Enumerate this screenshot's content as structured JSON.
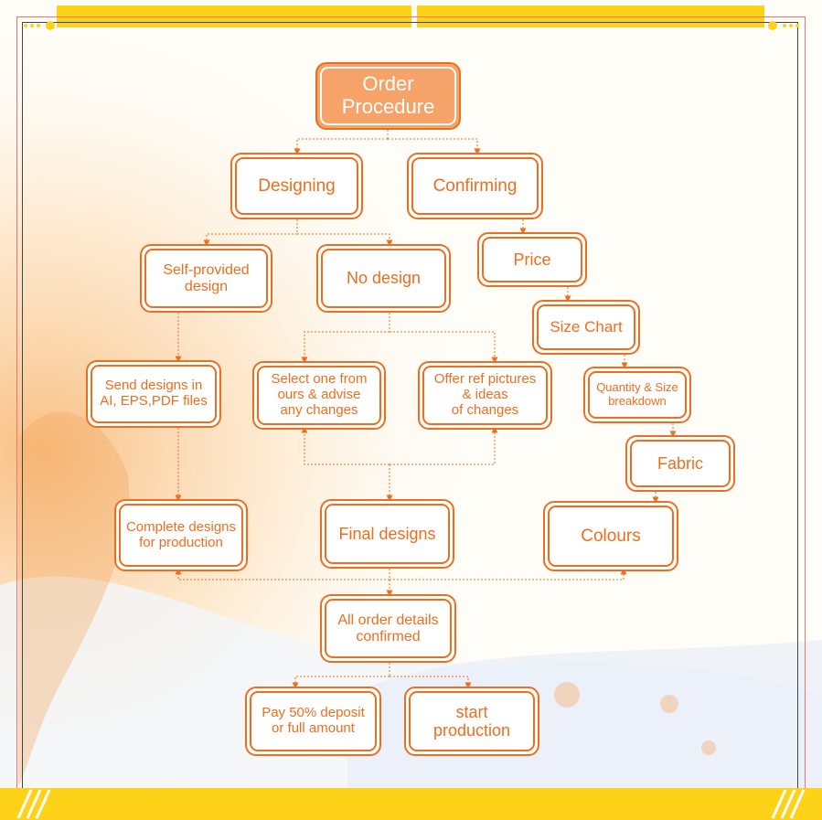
{
  "colors": {
    "accent": "#ee6e1e",
    "root_fill": "#f6a36a",
    "bar_yellow": "#ffd21a"
  },
  "nodes": {
    "order_procedure": "Order\nProcedure",
    "designing": "Designing",
    "confirming": "Confirming",
    "self_provided_design": "Self-provided\ndesign",
    "no_design": "No design",
    "price": "Price",
    "size_chart": "Size Chart",
    "send_designs": "Send designs in\nAI, EPS,PDF  files",
    "select_one": "Select one from\nours & advise\nany changes",
    "offer_ref": "Offer ref pictures\n& ideas\nof changes",
    "quantity_size": "Quantity & Size\nbreakdown",
    "fabric": "Fabric",
    "complete_designs": "Complete designs\nfor production",
    "final_designs": "Final designs",
    "colours": "Colours",
    "all_order_details": "All order details\nconfirmed",
    "pay_deposit": "Pay 50% deposit\nor full amount",
    "start_production": "start\nproduction"
  }
}
